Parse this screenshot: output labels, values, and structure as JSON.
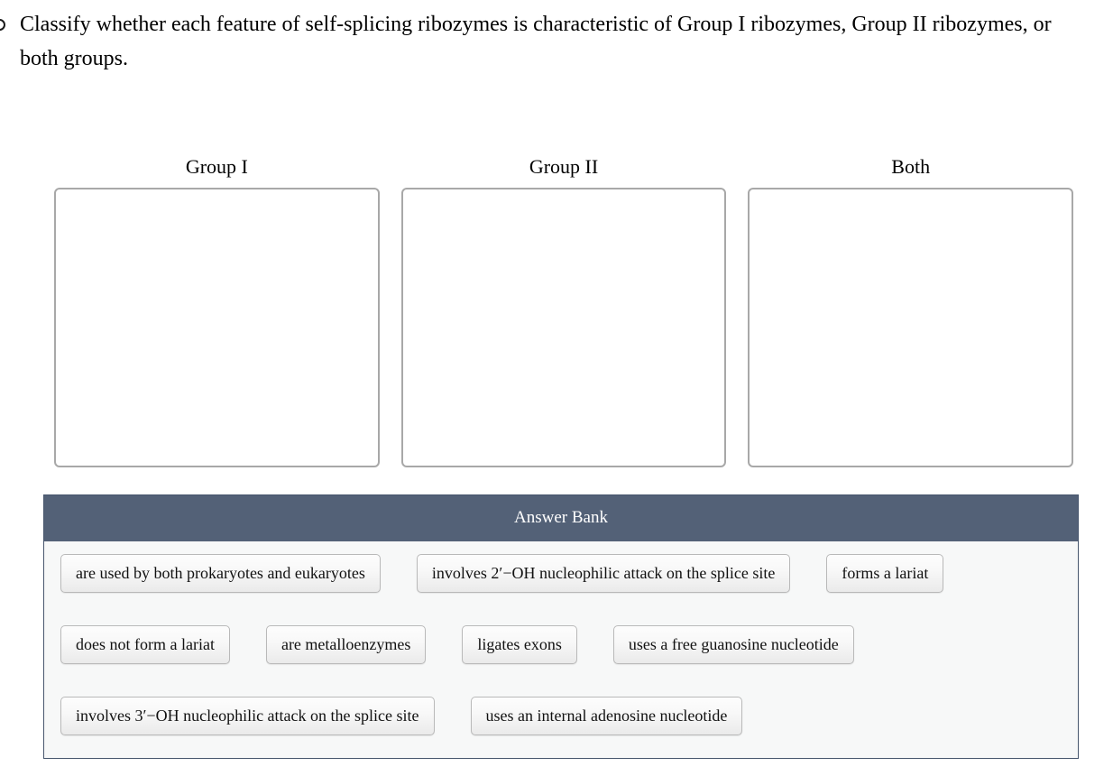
{
  "question": {
    "bullet_icon": "bullet-circle-icon",
    "text": "Classify whether each feature of self-splicing ribozymes is characteristic of Group I ribozymes, Group II ribozymes, or both groups."
  },
  "categories": [
    {
      "title": "Group I",
      "items": []
    },
    {
      "title": "Group II",
      "items": []
    },
    {
      "title": "Both",
      "items": []
    }
  ],
  "answer_bank": {
    "header": "Answer Bank",
    "rows": [
      [
        "are used by both prokaryotes and eukaryotes",
        "involves 2′−OH nucleophilic attack on the splice site",
        "forms a lariat"
      ],
      [
        "does not form a lariat",
        "are metalloenzymes",
        "ligates exons",
        "uses a free guanosine nucleotide"
      ],
      [
        "involves 3′−OH nucleophilic attack on the splice site",
        "uses an internal adenosine nucleotide"
      ]
    ]
  },
  "colors": {
    "bank_header_bg": "#536177",
    "bank_header_text": "#ffffff",
    "bank_body_bg": "#f7f8f8",
    "bank_border": "#47566d",
    "dropzone_border": "#a8a8a8",
    "tile_border": "#b9b9b9",
    "page_bg": "#ffffff"
  }
}
